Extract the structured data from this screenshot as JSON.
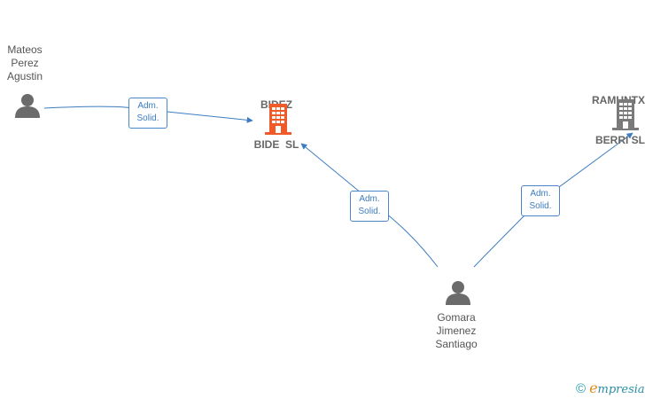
{
  "persons": [
    {
      "id": "mateos",
      "name_lines": [
        "Mateos",
        "Perez",
        "Agustin"
      ]
    },
    {
      "id": "gomara",
      "name_lines": [
        "Gomara",
        "Jimenez",
        "Santiago"
      ]
    }
  ],
  "companies": [
    {
      "id": "bidez",
      "name_lines": [
        "BIDEZ",
        "BIDE  SL"
      ],
      "highlight": true
    },
    {
      "id": "ramuntx",
      "name_lines": [
        "RAMUNTX",
        "BERRI SL"
      ],
      "highlight": false
    }
  ],
  "relations": [
    {
      "from": "mateos",
      "to": "bidez",
      "label_lines": [
        "Adm.",
        "Solid."
      ]
    },
    {
      "from": "gomara",
      "to": "bidez",
      "label_lines": [
        "Adm.",
        "Solid."
      ]
    },
    {
      "from": "gomara",
      "to": "ramuntx",
      "label_lines": [
        "Adm.",
        "Solid."
      ]
    }
  ],
  "colors": {
    "edge": "#3d7cc0",
    "company_highlight": "#f05a28",
    "company_default": "#7a7a7a",
    "person": "#6b6b6b"
  },
  "watermark": {
    "copyright_symbol": "©",
    "brand_first_letter": "e",
    "brand_rest": "mpresia"
  }
}
